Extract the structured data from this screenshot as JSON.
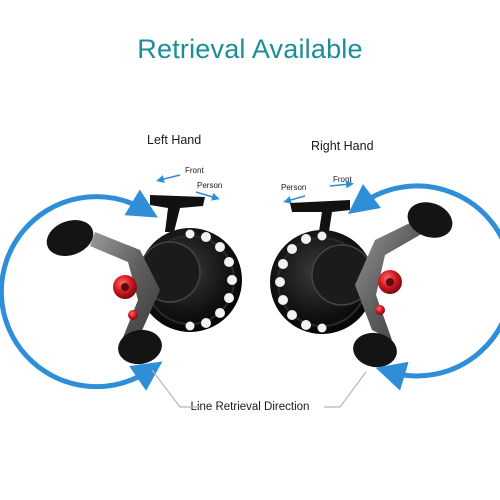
{
  "title": "Retrieval Available",
  "colors": {
    "title": "#1a8f96",
    "arrow": "#2e8fd8",
    "reel_body": "#151515",
    "reel_metal": "#6d6d6d",
    "accent_knob": "#d11a22",
    "callout_line": "#b0b8c0"
  },
  "left": {
    "hand_label": "Left Hand",
    "front_label": "Front",
    "person_label": "Person"
  },
  "right": {
    "hand_label": "Right Hand",
    "front_label": "Front",
    "person_label": "Person"
  },
  "callout_label": "Line Retrieval Direction",
  "icons": [
    "arrow-left-icon",
    "arrow-right-icon",
    "circular-arrow-icon",
    "fishing-reel-icon"
  ]
}
